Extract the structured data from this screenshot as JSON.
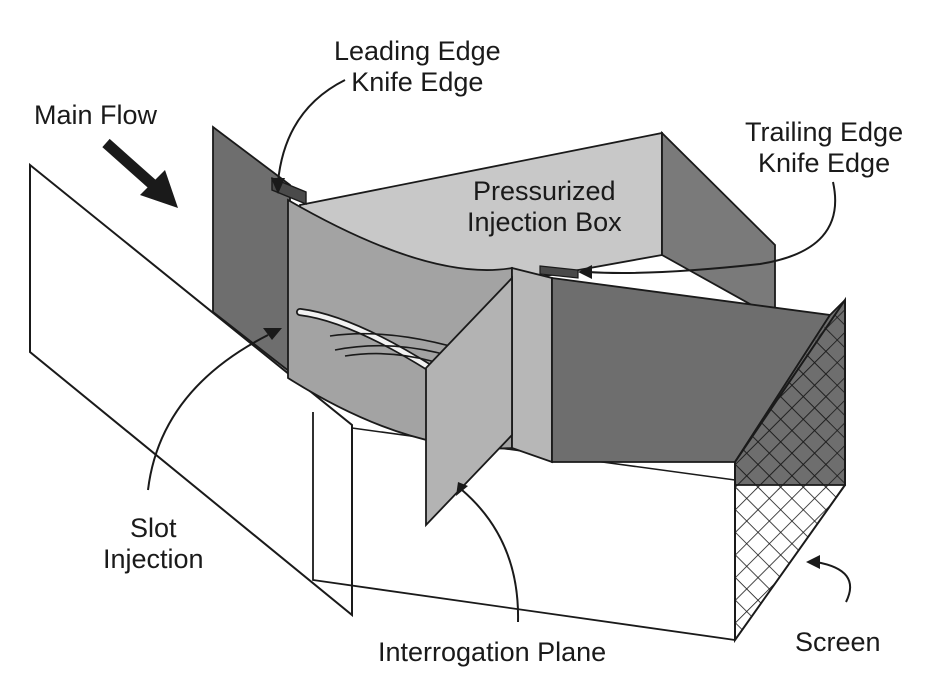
{
  "labels": {
    "leading_edge": [
      "Leading Edge",
      "Knife Edge"
    ],
    "main_flow": "Main Flow",
    "trailing_edge": [
      "Trailing Edge",
      "Knife Edge"
    ],
    "injection_box": [
      "Pressurized",
      "Injection Box"
    ],
    "slot_injection": [
      "Slot",
      "Injection"
    ],
    "interrogation_plane": "Interrogation Plane",
    "screen": "Screen"
  },
  "colors": {
    "outline": "#1a1a1a",
    "dark_panel": "#6e6e6e",
    "mid_panel": "#9c9c9c",
    "light_panel": "#bdbdbd",
    "paper": "#ffffff"
  }
}
